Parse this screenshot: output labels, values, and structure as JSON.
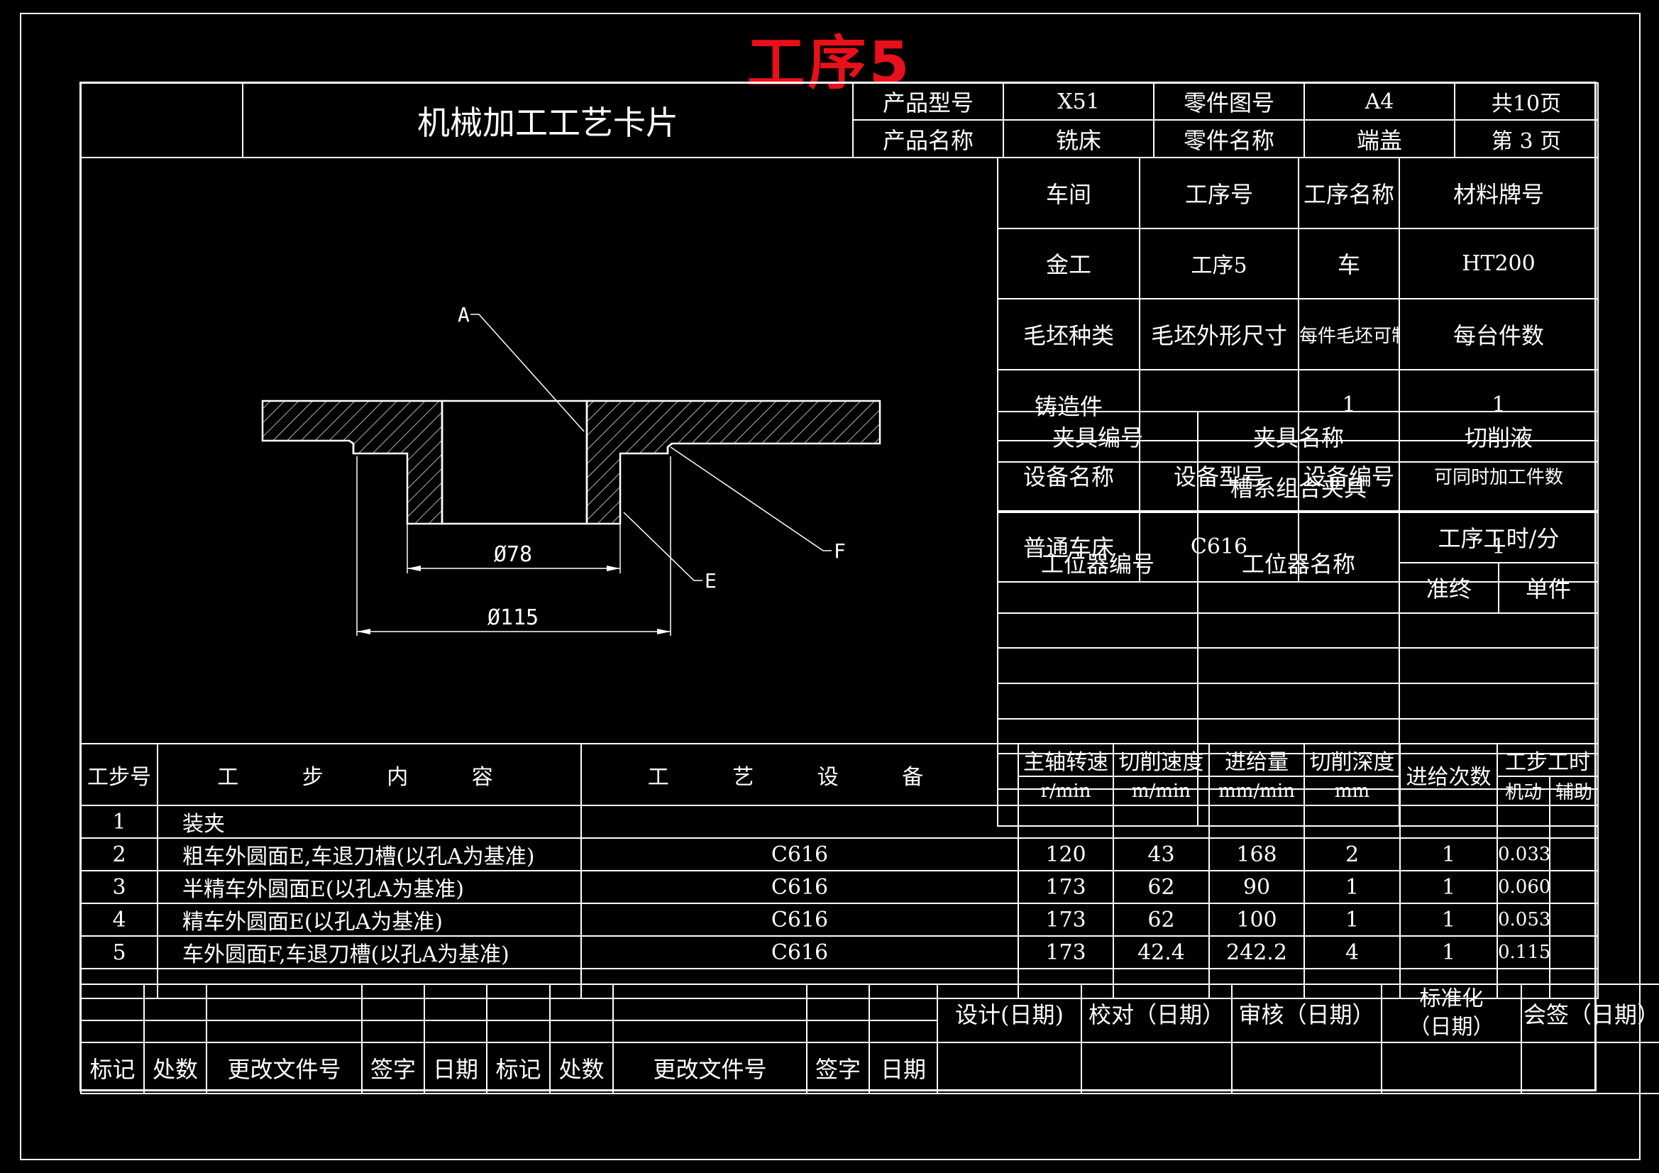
{
  "page_title": "工序5",
  "header": {
    "card_title": "机械加工工艺卡片",
    "row1": {
      "product_model_label": "产品型号",
      "product_model": "X51",
      "part_drawing_label": "零件图号",
      "part_drawing": "A4",
      "total_pages": "共10页"
    },
    "row2": {
      "product_name_label": "产品名称",
      "product_name": "铣床",
      "part_name_label": "零件名称",
      "part_name": "端盖",
      "page_no": "第 3 页"
    }
  },
  "info": {
    "r1": [
      "车间",
      "工序号",
      "工序名称",
      "材料牌号"
    ],
    "r2": [
      "金工",
      "工序5",
      "车",
      "HT200"
    ],
    "r3": [
      "毛坯种类",
      "毛坯外形尺寸",
      "每件毛坯可制件数",
      "每台件数"
    ],
    "r4": [
      "铸造件",
      "",
      "1",
      "1"
    ],
    "r5": [
      "设备名称",
      "设备型号",
      "设备编号",
      "可同时加工件数"
    ],
    "r6": [
      "普通车床",
      "C616",
      "",
      "1"
    ],
    "fixture_header": [
      "夹具编号",
      "夹具名称",
      "切削液"
    ],
    "fixture_row": [
      "",
      "槽系组合夹具",
      ""
    ],
    "station_no_label": "工位器编号",
    "station_name_label": "工位器名称",
    "process_time_label": "工序工时/分",
    "prep_label": "准终",
    "unit_label": "单件"
  },
  "drawing": {
    "label_a": "A",
    "label_e": "E",
    "label_f": "F",
    "dim_78": "Ø78",
    "dim_115": "Ø115"
  },
  "steps": {
    "headers": {
      "step_no": "工步号",
      "content": "工 步 内 容",
      "equipment": "工 艺 设 备",
      "spindle": "主轴转速",
      "spindle_unit": "r/min",
      "cut_speed": "切削速度",
      "cut_speed_unit": "m/min",
      "feed": "进给量",
      "feed_unit": "mm/min",
      "depth": "切削深度",
      "depth_unit": "mm",
      "passes": "进给次数",
      "step_time": "工步工时",
      "machine": "机动",
      "aux": "辅助"
    },
    "rows": [
      {
        "no": "1",
        "content": "装夹",
        "equip": "",
        "spindle": "",
        "speed": "",
        "feed": "",
        "depth": "",
        "passes": "",
        "machine": "",
        "aux": ""
      },
      {
        "no": "2",
        "content": "粗车外圆面E,车退刀槽(以孔A为基准)",
        "equip": "C616",
        "spindle": "120",
        "speed": "43",
        "feed": "168",
        "depth": "2",
        "passes": "1",
        "machine": "0.033",
        "aux": ""
      },
      {
        "no": "3",
        "content": "半精车外圆面E(以孔A为基准)",
        "equip": "C616",
        "spindle": "173",
        "speed": "62",
        "feed": "90",
        "depth": "1",
        "passes": "1",
        "machine": "0.060",
        "aux": ""
      },
      {
        "no": "4",
        "content": "精车外圆面E(以孔A为基准)",
        "equip": "C616",
        "spindle": "173",
        "speed": "62",
        "feed": "100",
        "depth": "1",
        "passes": "1",
        "machine": "0.053",
        "aux": ""
      },
      {
        "no": "5",
        "content": "车外圆面F,车退刀槽(以孔A为基准)",
        "equip": "C616",
        "spindle": "173",
        "speed": "42.4",
        "feed": "242.2",
        "depth": "4",
        "passes": "1",
        "machine": "0.115",
        "aux": ""
      }
    ]
  },
  "footer": {
    "revision_labels": [
      "标记",
      "处数",
      "更改文件号",
      "签字",
      "日期",
      "标记",
      "处数",
      "更改文件号",
      "签字",
      "日期"
    ],
    "sign_labels": [
      "设计(日期)",
      "校对（日期）",
      "审核（日期）",
      "标准化\n（日期）",
      "会签（日期）"
    ]
  }
}
